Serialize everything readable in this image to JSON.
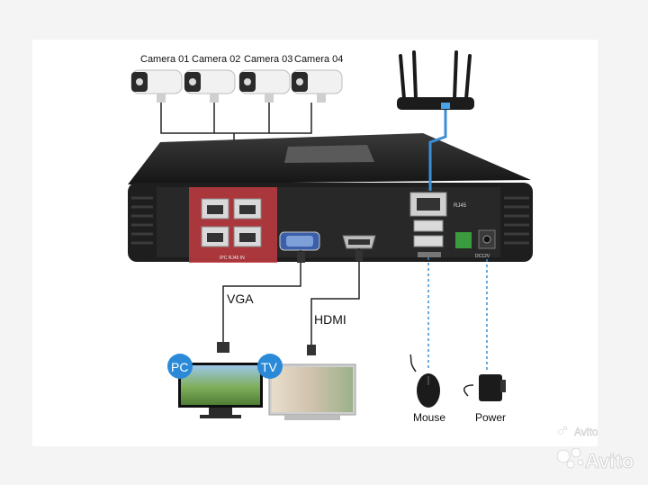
{
  "cameras": [
    {
      "label": "Camera 01"
    },
    {
      "label": "Camera 02"
    },
    {
      "label": "Camera 03"
    },
    {
      "label": "Camera 04"
    }
  ],
  "connections": {
    "vga_label": "VGA",
    "hdmi_label": "HDMI",
    "mouse_label": "Mouse",
    "power_label": "Power"
  },
  "devices": {
    "pc_badge": "PC",
    "tv_badge": "TV"
  },
  "nvr_panel": {
    "rj45_label": "RJ45",
    "poe_ports_label": "IPC RJ45 IN",
    "dc_label": "DC12V"
  },
  "watermark": {
    "small_text": "Avito",
    "large_text": "Avito"
  },
  "colors": {
    "poe_highlight": "#c0393f",
    "ethernet_link": "#3a8fd6",
    "badge_blue": "#2a8ad8",
    "nvr_body": "#1e1e1e"
  }
}
